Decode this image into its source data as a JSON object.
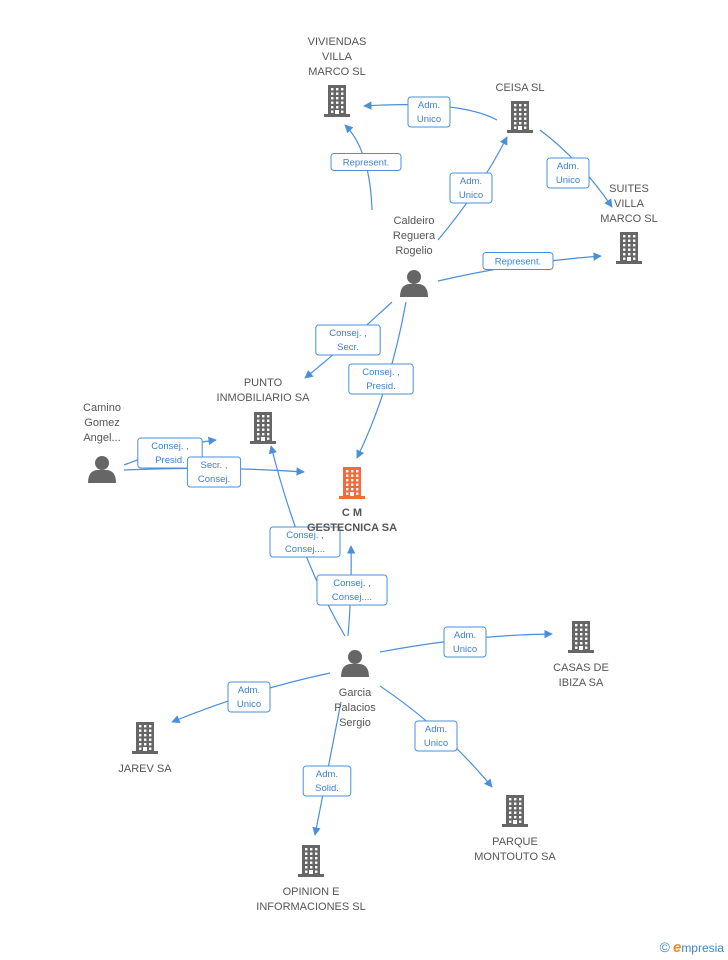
{
  "colors": {
    "edge": "#4a8fdc",
    "label_border": "#4a8fdc",
    "label_text": "#3b7fd4",
    "company_icon": "#666666",
    "focus_icon": "#f26b3a",
    "person_icon": "#666666"
  },
  "nodes": [
    {
      "id": "cm",
      "type": "company",
      "focus": true,
      "lines": [
        "C M",
        "GESTECNICA SA"
      ]
    },
    {
      "id": "viviendas",
      "type": "company",
      "lines": [
        "VIVIENDAS",
        "VILLA",
        "MARCO SL"
      ]
    },
    {
      "id": "ceisa",
      "type": "company",
      "lines": [
        "CEISA SL"
      ]
    },
    {
      "id": "suites",
      "type": "company",
      "lines": [
        "SUITES",
        "VILLA",
        "MARCO SL"
      ]
    },
    {
      "id": "caldeiro",
      "type": "person",
      "lines": [
        "Caldeiro",
        "Reguera",
        "Rogelio"
      ]
    },
    {
      "id": "punto",
      "type": "company",
      "lines": [
        "PUNTO",
        "INMOBILIARIO SA"
      ]
    },
    {
      "id": "camino",
      "type": "person",
      "lines": [
        "Camino",
        "Gomez",
        "Angel..."
      ]
    },
    {
      "id": "garcia",
      "type": "person",
      "lines": [
        "Garcia",
        "Palacios",
        "Sergio"
      ]
    },
    {
      "id": "casas",
      "type": "company",
      "lines": [
        "CASAS DE",
        "IBIZA SA"
      ]
    },
    {
      "id": "jarev",
      "type": "company",
      "lines": [
        "JAREV SA"
      ]
    },
    {
      "id": "parque",
      "type": "company",
      "lines": [
        "PARQUE",
        "MONTOUTO SA"
      ]
    },
    {
      "id": "opinion",
      "type": "company",
      "lines": [
        "OPINION E",
        "INFORMACIONES SL"
      ]
    }
  ],
  "edges": [
    {
      "id": "e1",
      "from": "ceisa",
      "to": "viviendas",
      "label": [
        "Adm.",
        "Unico"
      ]
    },
    {
      "id": "e2",
      "from": "caldeiro",
      "to": "viviendas",
      "label": [
        "Represent."
      ]
    },
    {
      "id": "e3",
      "from": "caldeiro",
      "to": "ceisa",
      "label": [
        "Adm.",
        "Unico"
      ]
    },
    {
      "id": "e4",
      "from": "ceisa",
      "to": "suites",
      "label": [
        "Adm.",
        "Unico"
      ]
    },
    {
      "id": "e5",
      "from": "caldeiro",
      "to": "suites",
      "label": [
        "Represent."
      ]
    },
    {
      "id": "e6",
      "from": "caldeiro",
      "to": "punto",
      "label": [
        "Consej. ,",
        "Secr."
      ]
    },
    {
      "id": "e7",
      "from": "caldeiro",
      "to": "cm",
      "label": [
        "Consej. ,",
        "Presid."
      ]
    },
    {
      "id": "e8",
      "from": "camino",
      "to": "punto",
      "label": [
        "Consej. ,",
        "Presid."
      ]
    },
    {
      "id": "e9",
      "from": "camino",
      "to": "cm",
      "label": [
        "Secr. ,",
        "Consej."
      ]
    },
    {
      "id": "e10",
      "from": "garcia",
      "to": "punto",
      "label": [
        "Consej. ,",
        "Consej...."
      ]
    },
    {
      "id": "e11",
      "from": "garcia",
      "to": "cm",
      "label": [
        "Consej. ,",
        "Consej...."
      ]
    },
    {
      "id": "e12",
      "from": "garcia",
      "to": "casas",
      "label": [
        "Adm.",
        "Unico"
      ]
    },
    {
      "id": "e13",
      "from": "garcia",
      "to": "jarev",
      "label": [
        "Adm.",
        "Unico"
      ]
    },
    {
      "id": "e14",
      "from": "garcia",
      "to": "parque",
      "label": [
        "Adm.",
        "Unico"
      ]
    },
    {
      "id": "e15",
      "from": "garcia",
      "to": "opinion",
      "label": [
        "Adm.",
        "Solid."
      ]
    }
  ],
  "brand": {
    "copyright": "©",
    "initial": "e",
    "name": "mpresia"
  }
}
